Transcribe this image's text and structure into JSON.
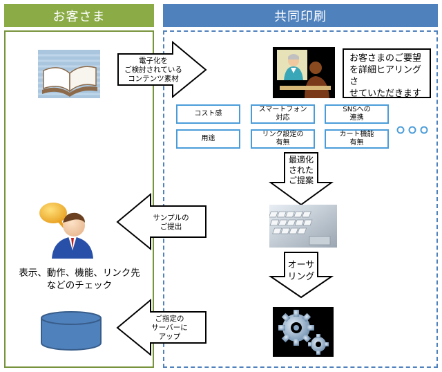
{
  "customer": {
    "title": "お客さま"
  },
  "printing": {
    "title": "共同印刷"
  },
  "step_send": {
    "label": "電子化を\nご検討されている\nコンテンツ素材"
  },
  "hearing": {
    "text": "お客さまのご要望\nを詳細ヒアリングさ\nせていただきます"
  },
  "requirements": [
    "コスト感",
    "スマートフォン\n対応",
    "SNSへの\n連携",
    "用途",
    "リンク設定の\n有無",
    "カート機能\n有無"
  ],
  "more_dots": "・・・",
  "proposal": {
    "label": "最適化\nされた\nご提案"
  },
  "sample": {
    "label": "サンプルの\nご提出"
  },
  "check": {
    "text": "表示、動作、機能、リンク先\nなどのチェック"
  },
  "authoring": {
    "label": "オーサ\nリング"
  },
  "upload": {
    "label": "ご指定の\nサーバーに\nアップ"
  },
  "colors": {
    "customer": "#77933c",
    "printing": "#4f81bd",
    "tag_border": "#4a9cd9"
  }
}
